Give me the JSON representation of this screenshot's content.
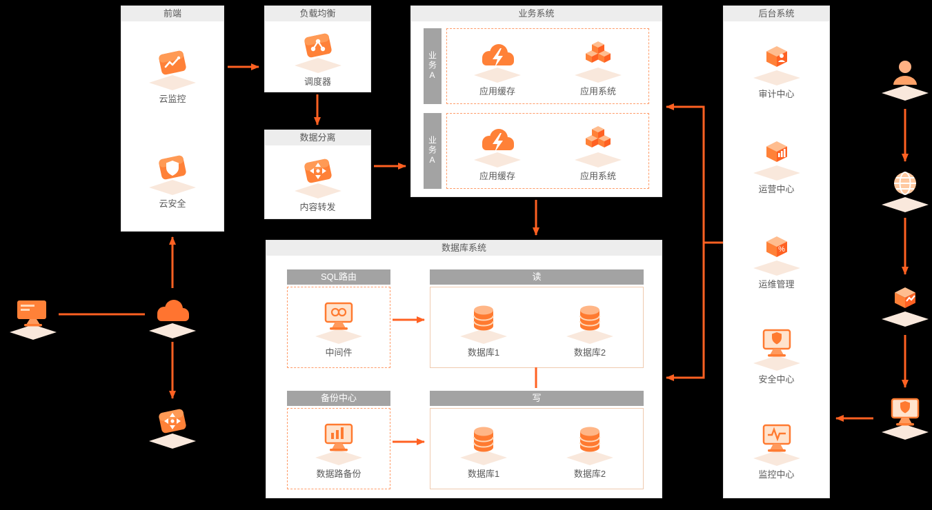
{
  "palette": {
    "accent": "#ff6122",
    "panel_bg": "#ffffff",
    "header_bg": "#ededed",
    "header_text": "#595959",
    "subheader_bg": "#a3a3a3",
    "subheader_text": "#ffffff",
    "label_text": "#595959",
    "dashed_border": "#ff9a66",
    "background": "#000000"
  },
  "panels": {
    "frontend": {
      "title": "前端",
      "items": [
        {
          "label": "云监控",
          "icon": "cloud-monitor-icon"
        },
        {
          "label": "云安全",
          "icon": "cloud-security-icon"
        }
      ]
    },
    "load_balancer": {
      "title": "负载均衡",
      "items": [
        {
          "label": "调度器",
          "icon": "scheduler-icon"
        }
      ]
    },
    "data_split": {
      "title": "数据分离",
      "items": [
        {
          "label": "内容转发",
          "icon": "content-forward-icon"
        }
      ]
    },
    "business": {
      "title": "业务系统",
      "rows": [
        {
          "tab": "业务A",
          "items": [
            {
              "label": "应用缓存",
              "icon": "app-cache-icon"
            },
            {
              "label": "应用系统",
              "icon": "app-cluster-icon"
            }
          ]
        },
        {
          "tab": "业务A",
          "items": [
            {
              "label": "应用缓存",
              "icon": "app-cache-icon"
            },
            {
              "label": "应用系统",
              "icon": "app-cluster-icon"
            }
          ]
        }
      ]
    },
    "database": {
      "title": "数据库系统",
      "sections": {
        "sql_route": {
          "title": "SQL路由",
          "items": [
            {
              "label": "中间件",
              "icon": "middleware-icon"
            }
          ]
        },
        "read": {
          "title": "读",
          "items": [
            {
              "label": "数据库1",
              "icon": "database-icon"
            },
            {
              "label": "数据库2",
              "icon": "database-icon"
            }
          ]
        },
        "backup": {
          "title": "备份中心",
          "items": [
            {
              "label": "数据路备份",
              "icon": "data-backup-icon"
            }
          ]
        },
        "write": {
          "title": "写",
          "items": [
            {
              "label": "数据库1",
              "icon": "database-icon"
            },
            {
              "label": "数据库2",
              "icon": "database-icon"
            }
          ]
        }
      }
    },
    "backend": {
      "title": "后台系统",
      "items": [
        {
          "label": "审计中心",
          "icon": "audit-center-icon"
        },
        {
          "label": "运营中心",
          "icon": "operation-center-icon"
        },
        {
          "label": "运维管理",
          "icon": "ops-management-icon"
        },
        {
          "label": "安全中心",
          "icon": "security-center-icon"
        },
        {
          "label": "监控中心",
          "icon": "monitor-center-icon"
        }
      ]
    }
  },
  "floating_icons": {
    "left": [
      {
        "icon": "terminal-icon"
      },
      {
        "icon": "cloud-icon"
      },
      {
        "icon": "forward-icon"
      }
    ],
    "right": [
      {
        "icon": "user-icon"
      },
      {
        "icon": "globe-icon"
      },
      {
        "icon": "cube-icon"
      },
      {
        "icon": "security-screen-icon"
      }
    ]
  }
}
